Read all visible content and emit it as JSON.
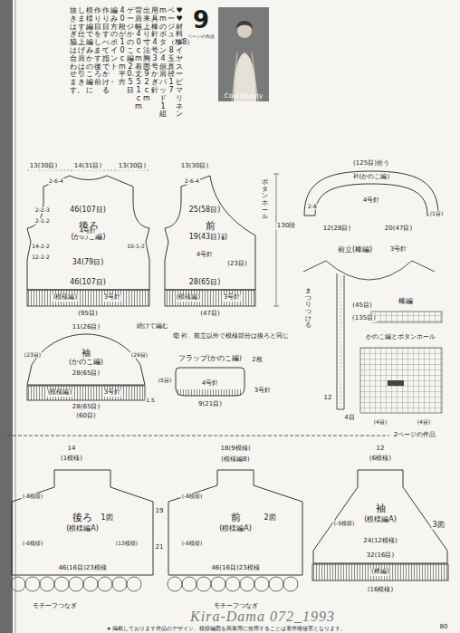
{
  "diagram": {
    "nodes": [
      {
        "text": [
          "9",
          "ページの作品"
        ]
      },
      {
        "text": [
          "Cool Beauty"
        ]
      },
      {
        "text": [
          "後ろ",
          "(かのこ編)"
        ]
      },
      {
        "text": [
          "前",
          "(かのこ編)"
        ]
      },
      {
        "text": [
          "衿(かのこ編)"
        ]
      },
      {
        "text": [
          "袖",
          "(かのこ編)"
        ]
      },
      {
        "text": [
          "フラップ(かのこ編)"
        ]
      },
      {
        "text": [
          "棒編"
        ]
      },
      {
        "text": [
          "かのこ編とボタンホール"
        ]
      },
      {
        "text": [
          "後ろ",
          "(模様編A)"
        ]
      },
      {
        "text": [
          "前",
          "(模様編A)"
        ]
      },
      {
        "text": [
          "袖",
          "(模様編A)"
        ]
      }
    ],
    "labels": [
      "♥♥材料　ダイヤスーピマリネン",
      "ベージュ（№8）8玉、直径17",
      "mmのボタン4個、肩パッド1組",
      "用具　棒針4号、3号、かぎ針",
      "出来上り寸法　胸囲92cm",
      "背肩幅40cm　着丈51cm",
      "ゲージ　かのこ編20.5目",
      "40段が10cm平方",
      "編み方のポイント",
      "作り目・・・すべて指でかける",
      "作り目をします。後ろ・前・・・",
      "模様編で編み、かのこ編に",
      "します。仕上げ・・・肩は引き",
      "抜きはぎ、脇は合わせます。",
      "13(30目)",
      "14(31目)",
      "13(30目)",
      "2-6-4",
      "2-2-3",
      "2-1-2",
      "14-2-2",
      "12-2-2",
      "10-1-2",
      "46(107目)",
      "4号針",
      "34(79目)",
      "46(107目)",
      "(模様編)",
      "3号針",
      "(95目)",
      "13(30目)",
      "2-6-4",
      "ボタンホール",
      "25(58目)",
      "19(43目)",
      "(23目)",
      "28(65目)",
      "4号針",
      "(模様編)",
      "3号針",
      "(47目)",
      "130段",
      "続けて編む",
      "(125目)拾う",
      "4号針",
      "12(28目)",
      "20(47目)",
      "(1目)",
      "2-8",
      "前立(棒編)",
      "3号針",
      "(45目)",
      "(135目)",
      "12",
      "まつりつける",
      "4目",
      "11(26目)",
      "(23目)",
      "(29目)",
      "28(65目)",
      "28(65目)",
      "(模様編)",
      "3号針",
      "(60目)",
      "1.5",
      "2枚",
      "9(21目)",
      "4号針",
      "3号針",
      "(5目)",
      "⑫ 衿、前立以外で模様部分は後ろと同じ",
      "(4目)",
      "(4目)",
      "2ページの作品",
      "14",
      "(1模様)",
      "(-8模様)",
      "(-6模様)",
      "(13模様)",
      "1図",
      "46(16目)23模様",
      "19",
      "21",
      "モチーフつなぎ",
      "18(9模様)",
      "(模様編B)",
      "(-8模様)",
      "2図",
      "(-6模様)",
      "46(16目)23模様",
      "モチーフつなぎ",
      "12",
      "(6模様)",
      "(-5模様)",
      "3図",
      "24(12模様)",
      "32(16目)",
      "(棒編)",
      "(16模様)",
      "Kira-Dama 072_1993",
      "★ 掲載しております作品のデザイン、模様編図を商業用に使用することは著作権侵害となります。",
      "80"
    ]
  }
}
